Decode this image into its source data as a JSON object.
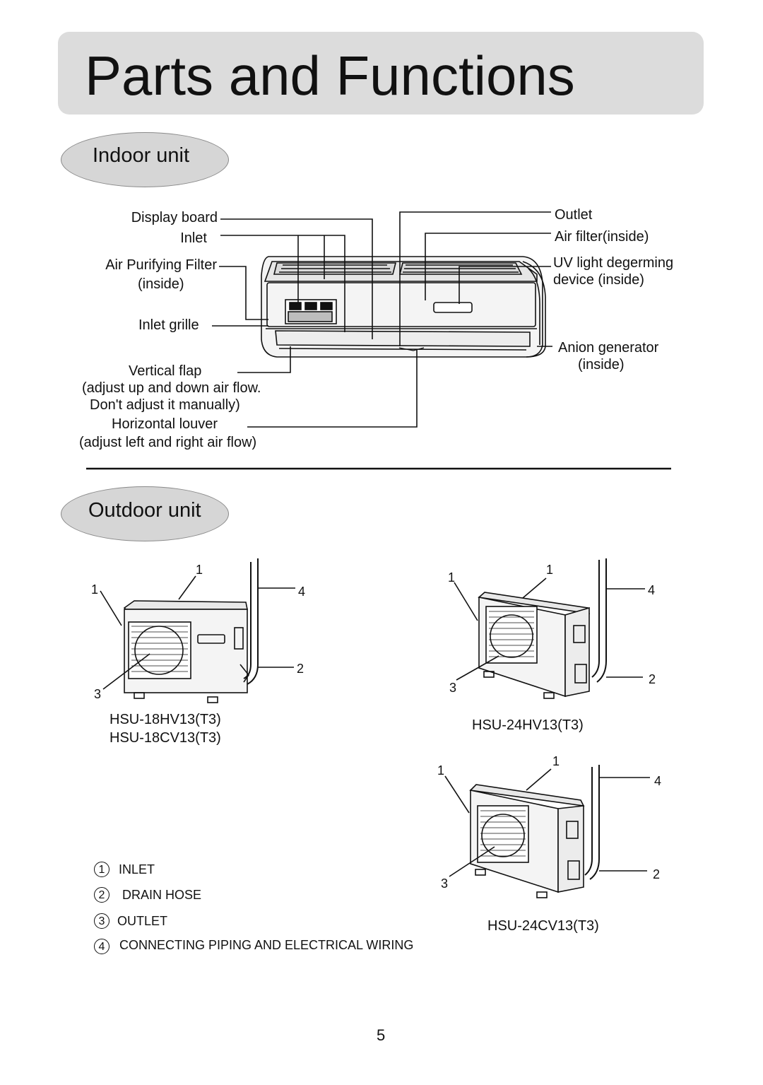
{
  "page": {
    "title": "Parts and Functions",
    "page_number": "5"
  },
  "indoor": {
    "heading": "Indoor unit",
    "labels": {
      "display_board": "Display board",
      "inlet": "Inlet",
      "air_purifying_filter": "Air Purifying Filter",
      "air_purifying_filter_note": "(inside)",
      "inlet_grille": "Inlet grille",
      "vertical_flap": "Vertical flap",
      "vertical_flap_note1": "(adjust up and down air flow.",
      "vertical_flap_note2": "Don't adjust it manually)",
      "horizontal_louver": "Horizontal louver",
      "horizontal_louver_note": "(adjust left and right air flow)",
      "outlet": "Outlet",
      "air_filter": "Air filter(inside)",
      "uv_light_1": "UV light degerming",
      "uv_light_2": "device (inside)",
      "anion_1": "Anion generator",
      "anion_2": "(inside)"
    }
  },
  "outdoor": {
    "heading": "Outdoor unit",
    "callout_numbers": {
      "one": "1",
      "two": "2",
      "three": "3",
      "four": "4"
    },
    "models": {
      "a1": "HSU-18HV13(T3)",
      "a2": "HSU-18CV13(T3)",
      "b": "HSU-24HV13(T3)",
      "c": "HSU-24CV13(T3)"
    },
    "legend": [
      {
        "num": "1",
        "text": "INLET"
      },
      {
        "num": "2",
        "text": "DRAIN HOSE"
      },
      {
        "num": "3",
        "text": "OUTLET"
      },
      {
        "num": "4",
        "text": "CONNECTING PIPING AND ELECTRICAL WIRING"
      }
    ]
  }
}
